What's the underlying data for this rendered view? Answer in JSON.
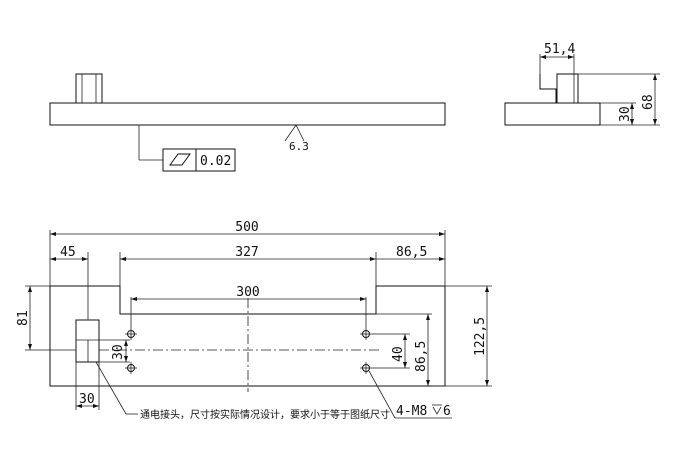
{
  "dimensions": {
    "total_length": "500",
    "channel_length": "327",
    "hole_spacing": "300",
    "left_offset": "45",
    "right_offset": "86,5",
    "left_height": "81",
    "depth": "122,5",
    "inner_height": "86,5",
    "hole_pitch": "40",
    "block_height": "30",
    "block_width": "30",
    "side_offset": "51,4",
    "side_total": "68",
    "side_base": "30"
  },
  "annotations": {
    "surface_finish": "6.3",
    "flatness_value": "0.02",
    "thread_callout": "4-M8",
    "thread_depth": "6",
    "wiring_note": "通电接头，尺寸按实际情况设计，要求小于等于图纸尺寸"
  }
}
